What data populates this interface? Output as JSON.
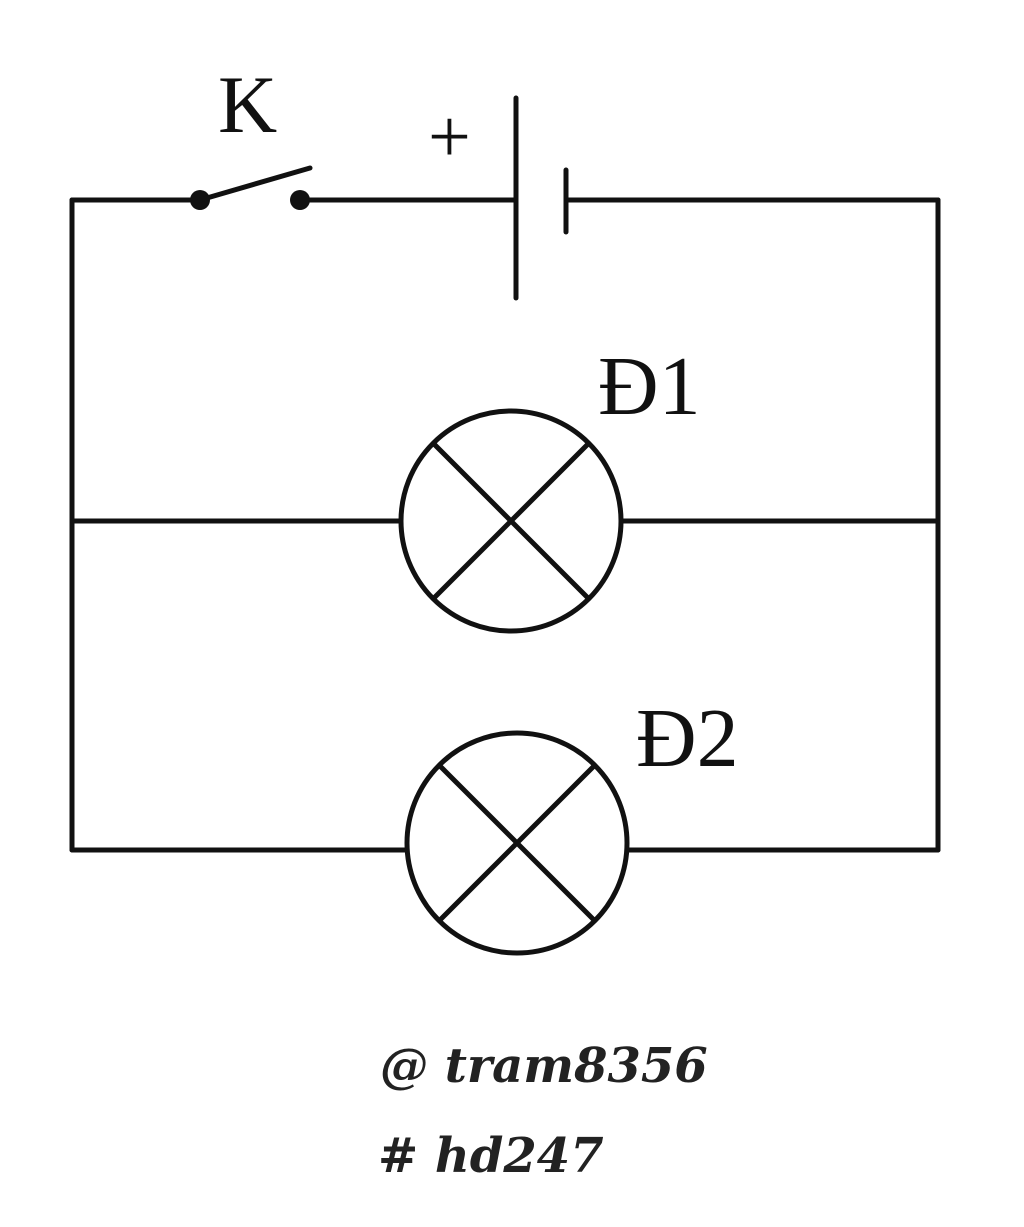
{
  "switch": {
    "label": "K"
  },
  "battery": {
    "positive_sign": "+"
  },
  "lamps": [
    {
      "label": "Đ1"
    },
    {
      "label": "Đ2"
    }
  ],
  "watermark": {
    "line1": "@ tram8356",
    "line2": "# hd247"
  }
}
